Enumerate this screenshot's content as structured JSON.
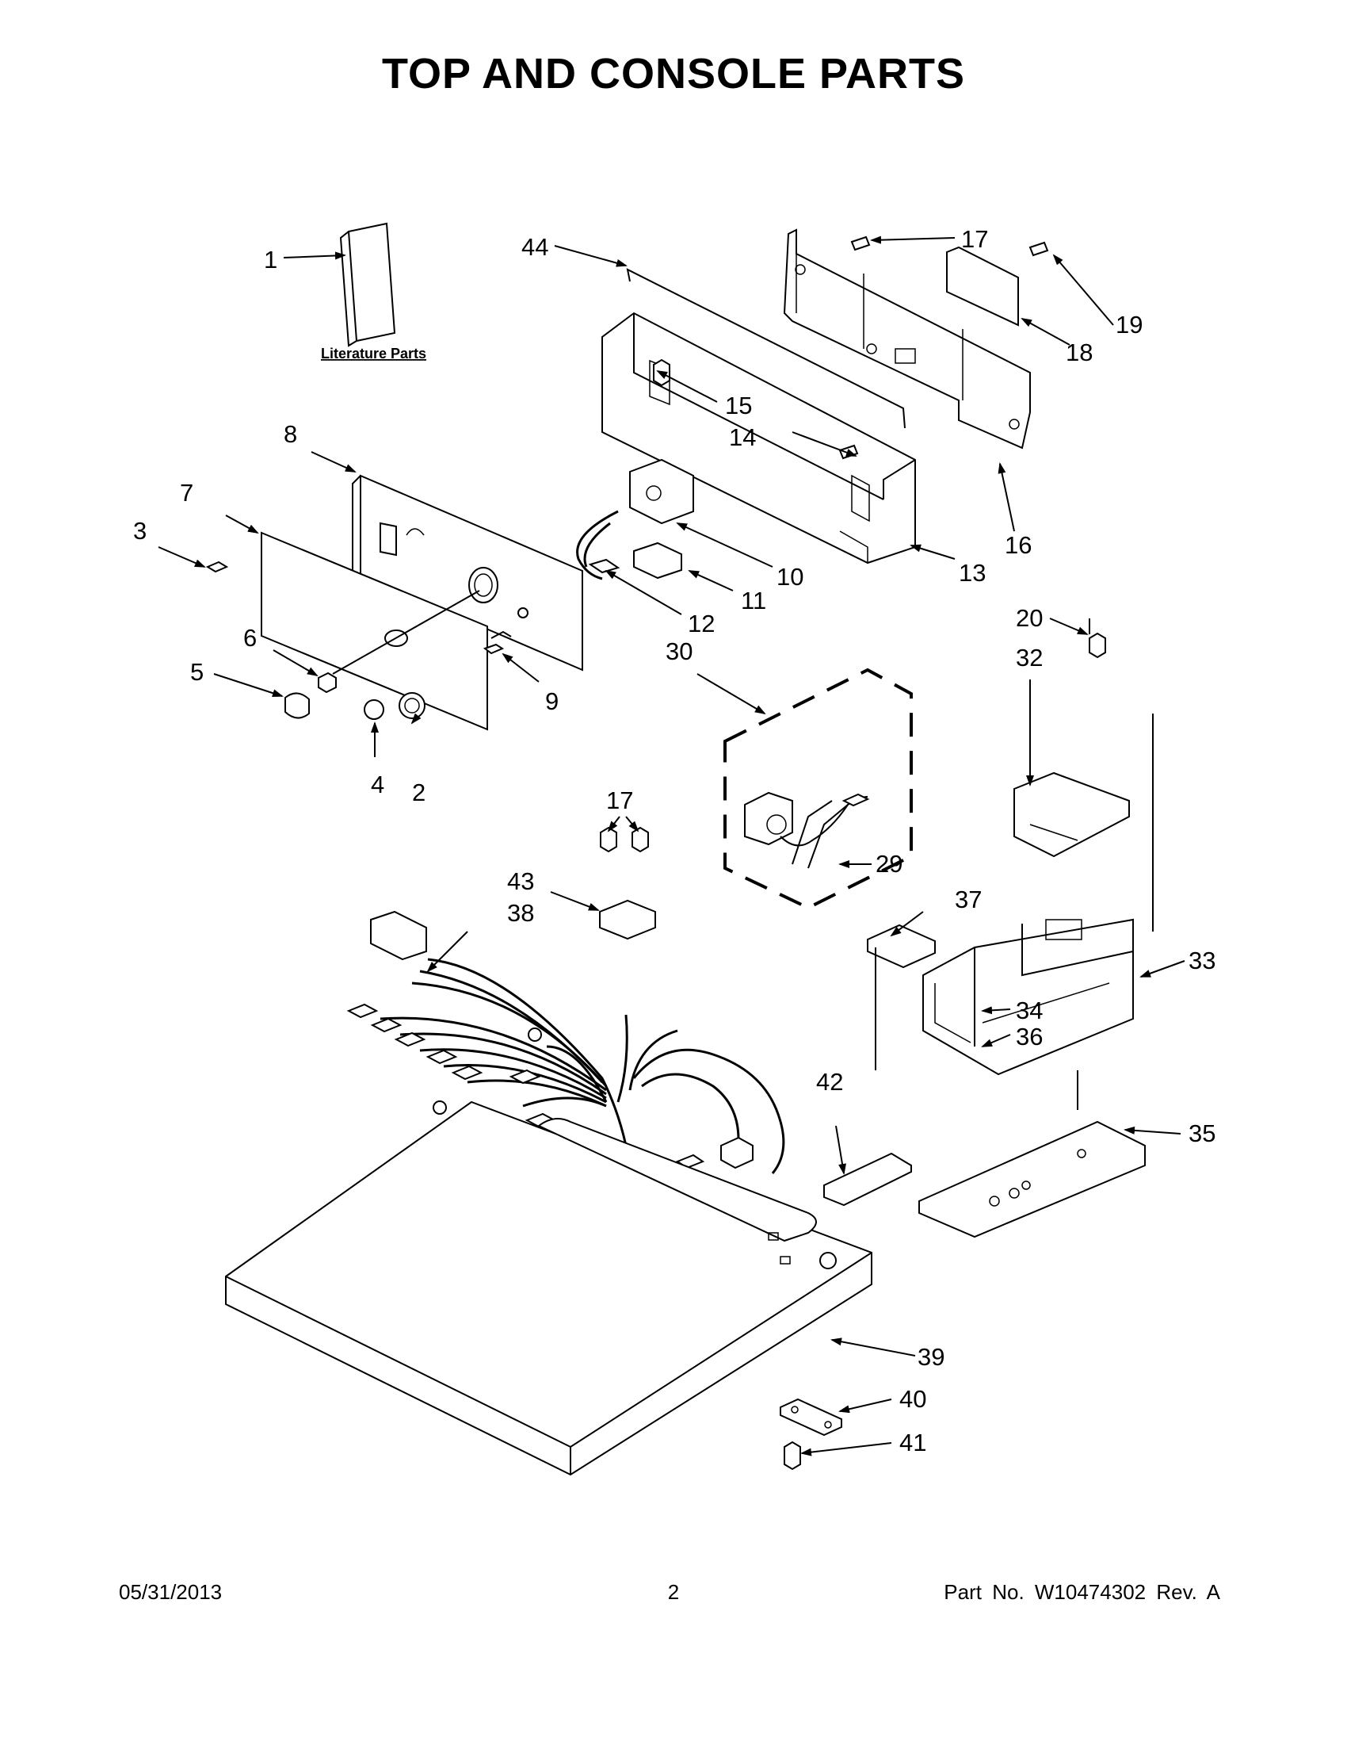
{
  "title": "TOP AND CONSOLE PARTS",
  "literature_label": "Literature Parts",
  "callouts": [
    "1",
    "2",
    "3",
    "4",
    "5",
    "6",
    "7",
    "8",
    "9",
    "10",
    "11",
    "12",
    "13",
    "14",
    "15",
    "16",
    "17",
    "17",
    "18",
    "19",
    "20",
    "29",
    "30",
    "32",
    "33",
    "34",
    "35",
    "36",
    "37",
    "38",
    "39",
    "40",
    "41",
    "42",
    "43",
    "44"
  ],
  "footer": {
    "date": "05/31/2013",
    "page": "2",
    "part_no": "Part No.  W10474302  Rev.  A"
  }
}
